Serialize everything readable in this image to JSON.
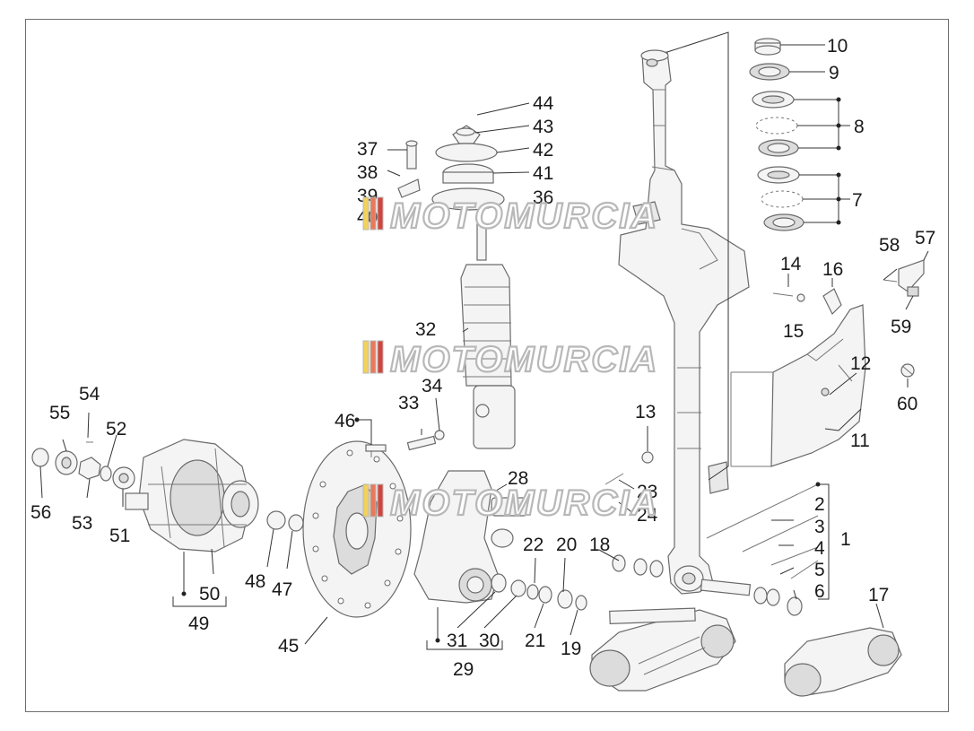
{
  "watermark": {
    "text": "MOTOMURCIA",
    "colors": [
      "#f2d25a",
      "#e87a5a",
      "#d2453c",
      "#b8b8b8"
    ]
  },
  "labels": [
    "1",
    "2",
    "3",
    "4",
    "5",
    "6",
    "7",
    "8",
    "9",
    "10",
    "11",
    "12",
    "13",
    "14",
    "15",
    "16",
    "17",
    "18",
    "19",
    "20",
    "21",
    "22",
    "23",
    "24",
    "28",
    "29",
    "30",
    "31",
    "32",
    "33",
    "34",
    "36",
    "37",
    "38",
    "39",
    "40",
    "41",
    "42",
    "43",
    "44",
    "45",
    "46",
    "47",
    "48",
    "49",
    "50",
    "51",
    "52",
    "53",
    "54",
    "55",
    "56",
    "57",
    "58",
    "59",
    "60"
  ],
  "colors": {
    "frame": "#6e6e6e",
    "part_fill": "#f4f4f4",
    "part_stroke": "#6a6a6a",
    "label": "#1a1a1a"
  }
}
